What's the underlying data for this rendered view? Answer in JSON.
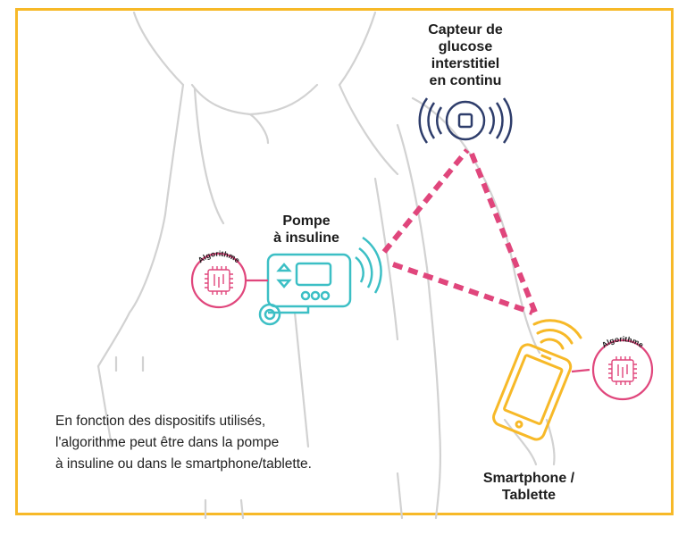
{
  "labels": {
    "sensor": [
      "Capteur de",
      "glucose",
      "interstitiel",
      "en continu"
    ],
    "pump": [
      "Pompe",
      "à insuline"
    ],
    "phone": [
      "Smartphone /",
      "Tablette"
    ]
  },
  "algorithm_badge": "Algorithme",
  "caption": [
    "En fonction des dispositifs utilisés,",
    "l'algorithme peut être dans la pompe",
    "à insuline ou dans le smartphone/tablette."
  ],
  "colors": {
    "frame": "#f7b928",
    "body_outline": "#cfcfcf",
    "pump": "#3cbfc5",
    "phone": "#f7b928",
    "algorithm": "#e0467c",
    "link": "#e0467c",
    "sensor": "#2e3d6b"
  },
  "icons": [
    "body-silhouette",
    "pump-device",
    "smartphone-device",
    "cgm-sensor",
    "chip-icon",
    "signal-waves"
  ]
}
